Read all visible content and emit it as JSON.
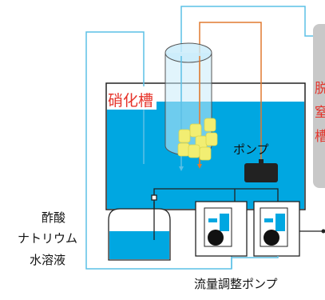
{
  "labels": {
    "nitrification_tank": "硝化槽",
    "pump": "ポンプ",
    "sodium_acetate_line1": "酢酸",
    "sodium_acetate_line2": "ナトリウム",
    "sodium_acetate_line3": "水溶液",
    "flow_pump": "流量調整ポンプ",
    "denitrification_char1": "脱",
    "denitrification_char2": "窒",
    "denitrification_char3": "槽"
  },
  "colors": {
    "water": "#00a7e1",
    "pipe_blue": "#5cc0e6",
    "pipe_orange": "#e07a30",
    "label_red": "#e6332a",
    "tank_gray": "#c8c8c8",
    "media_yellow": "#f2ee72"
  }
}
